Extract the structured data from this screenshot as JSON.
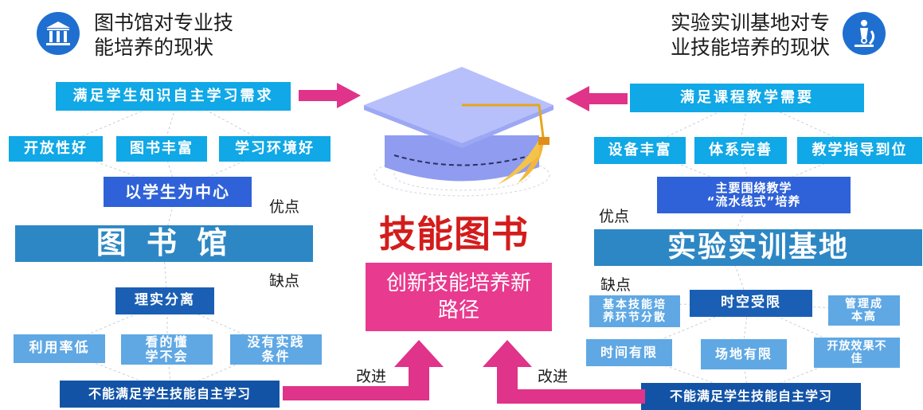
{
  "colors": {
    "cyan": "#10a8e6",
    "blue": "#3a78d8",
    "magenta": "#e0338a",
    "title_red": "#d31c1c",
    "pink_box": "#e83a8e"
  },
  "icons": {
    "left": "library-building-icon",
    "right": "microscope-icon",
    "center": "graduation-cap-icon"
  },
  "left": {
    "heading": "图书馆对专业技\n能培养的现状",
    "need": "满足学生知识自主学习需求",
    "features": [
      "开放性好",
      "图书丰富",
      "学习环境好"
    ],
    "center_tag": "以学生为中心",
    "advantage_label": "优点",
    "main": "图 书 馆",
    "disadvantage_label": "缺点",
    "issue": "理实分离",
    "sub_issues": [
      "利用率低",
      "看的懂\n学不会",
      "没有实践\n条件"
    ],
    "bottom": "不能满足学生技能自主学习",
    "improve_label": "改进"
  },
  "right": {
    "heading": "实验实训基地对专\n业技能培养的现状",
    "need": "满足课程教学需要",
    "features": [
      "设备丰富",
      "体系完善",
      "教学指导到位"
    ],
    "center_tag": "主要围绕教学\n“流水线式”培养",
    "advantage_label": "优点",
    "main": "实验实训基地",
    "disadvantage_label": "缺点",
    "issue": "时空受限",
    "side_issues": [
      "基本技能培\n养环节分散",
      "管理成\n本高"
    ],
    "sub_issues": [
      "时间有限",
      "场地有限",
      "开放效果不\n佳"
    ],
    "bottom": "不能满足学生技能自主学习",
    "improve_label": "改进"
  },
  "center": {
    "title": "技能图书馆",
    "subtitle": "创新技能培养新\n路径"
  }
}
